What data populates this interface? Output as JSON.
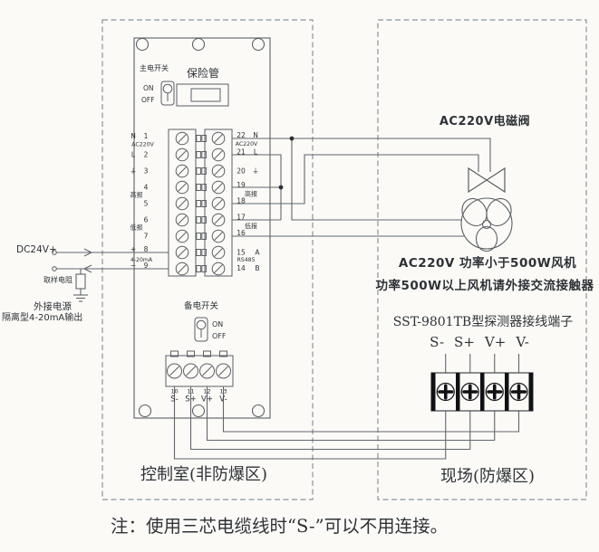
{
  "zones": {
    "control_room": "控制室(非防爆区)",
    "field": "现场(防爆区)"
  },
  "note": "注：使用三芯电缆线时“S-”可以不用连接。",
  "panel": {
    "main_switch_label": "主电开关",
    "main_on": "ON",
    "main_off": "OFF",
    "fuse_label": "保险管",
    "backup_switch_label": "备电开关",
    "backup_on": "ON",
    "backup_off": "OFF",
    "bottom_terminal_numbers": [
      "10",
      "11",
      "12",
      "13"
    ],
    "bottom_terminal_labels": [
      "S-",
      "S+",
      "V+",
      "V-"
    ]
  },
  "external_left": {
    "dc24v": "DC24V+",
    "sampling_resistor": "取样电阻",
    "power_line1": "外接电源",
    "power_line2": "隔离型4-20mA输出"
  },
  "field_side": {
    "solenoid_label": "AC220V电磁阀",
    "fan_line1": "AC220V 功率小于500W风机",
    "fan_line2": "功率500W以上风机请外接交流接触器",
    "detector_title": "SST-9801TB型探测器接线端子",
    "detector_terminals": [
      "S-",
      "S+",
      "V+",
      "V-"
    ]
  },
  "terminal_labels": {
    "left": [
      "N",
      "1",
      "AC220V",
      "L",
      "2",
      "⏚",
      "3",
      "4",
      "高报",
      "5",
      "6",
      "低报",
      "7",
      "+",
      "8",
      "4-20mA",
      "−",
      "9"
    ],
    "right": [
      "22",
      "N",
      "AC220V",
      "21",
      "L",
      "20",
      "⏚",
      "19",
      "高报",
      "18",
      "17",
      "低报",
      "16",
      "15",
      "A",
      "RS485",
      "14",
      "B"
    ]
  },
  "colors": {
    "wire": "#62666c",
    "dashed_border": "#8b939b",
    "text": "#2e3237",
    "terminal_bar": "#101114"
  }
}
